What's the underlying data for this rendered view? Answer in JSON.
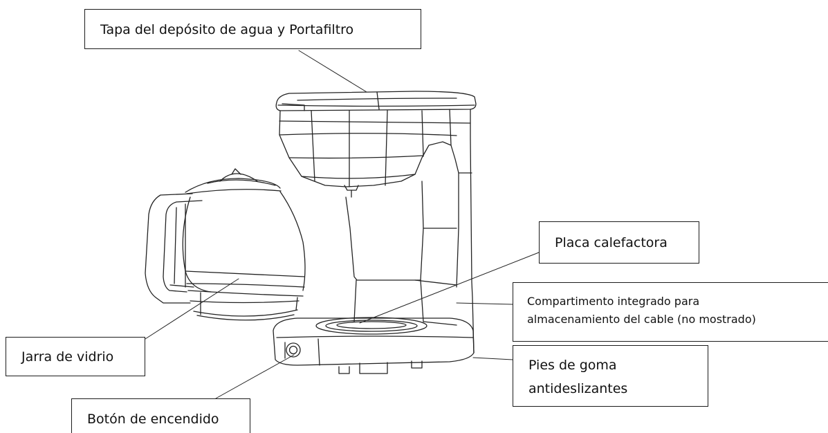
{
  "labels": {
    "tapa": "Tapa del depósito de agua y Portafiltro",
    "placa": "Placa calefactora",
    "compartimento_line1": "Compartimento integrado para",
    "compartimento_line2": "almacenamiento del cable (no mostrado)",
    "pies_line1": "Pies de goma",
    "pies_line2": "antideslizantes",
    "jarra": "Jarra de vidrio",
    "boton": "Botón de encendido"
  }
}
